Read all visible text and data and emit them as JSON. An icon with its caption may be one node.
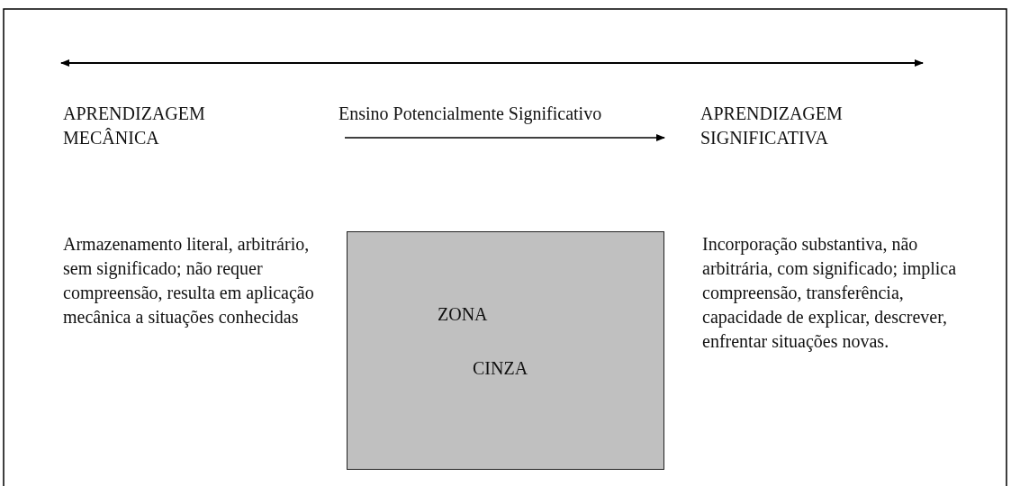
{
  "diagram": {
    "nodes": [
      {
        "text": [
          "ZONA",
          "CINZA"
        ]
      }
    ],
    "labels": [
      "APRENDIZAGEM MECÂNICA",
      "Ensino Potencialmente Significativo",
      "APRENDIZAGEM SIGNIFICATIVA",
      "Armazenamento literal, arbitrário, sem significado; não requer compreensão, resulta em aplicação mecânica a situações conhecidas",
      "Incorporação substantiva, não arbitrária, com significado; implica compreensão, transferência, capacidade de explicar, descrever, enfrentar situações novas."
    ]
  }
}
